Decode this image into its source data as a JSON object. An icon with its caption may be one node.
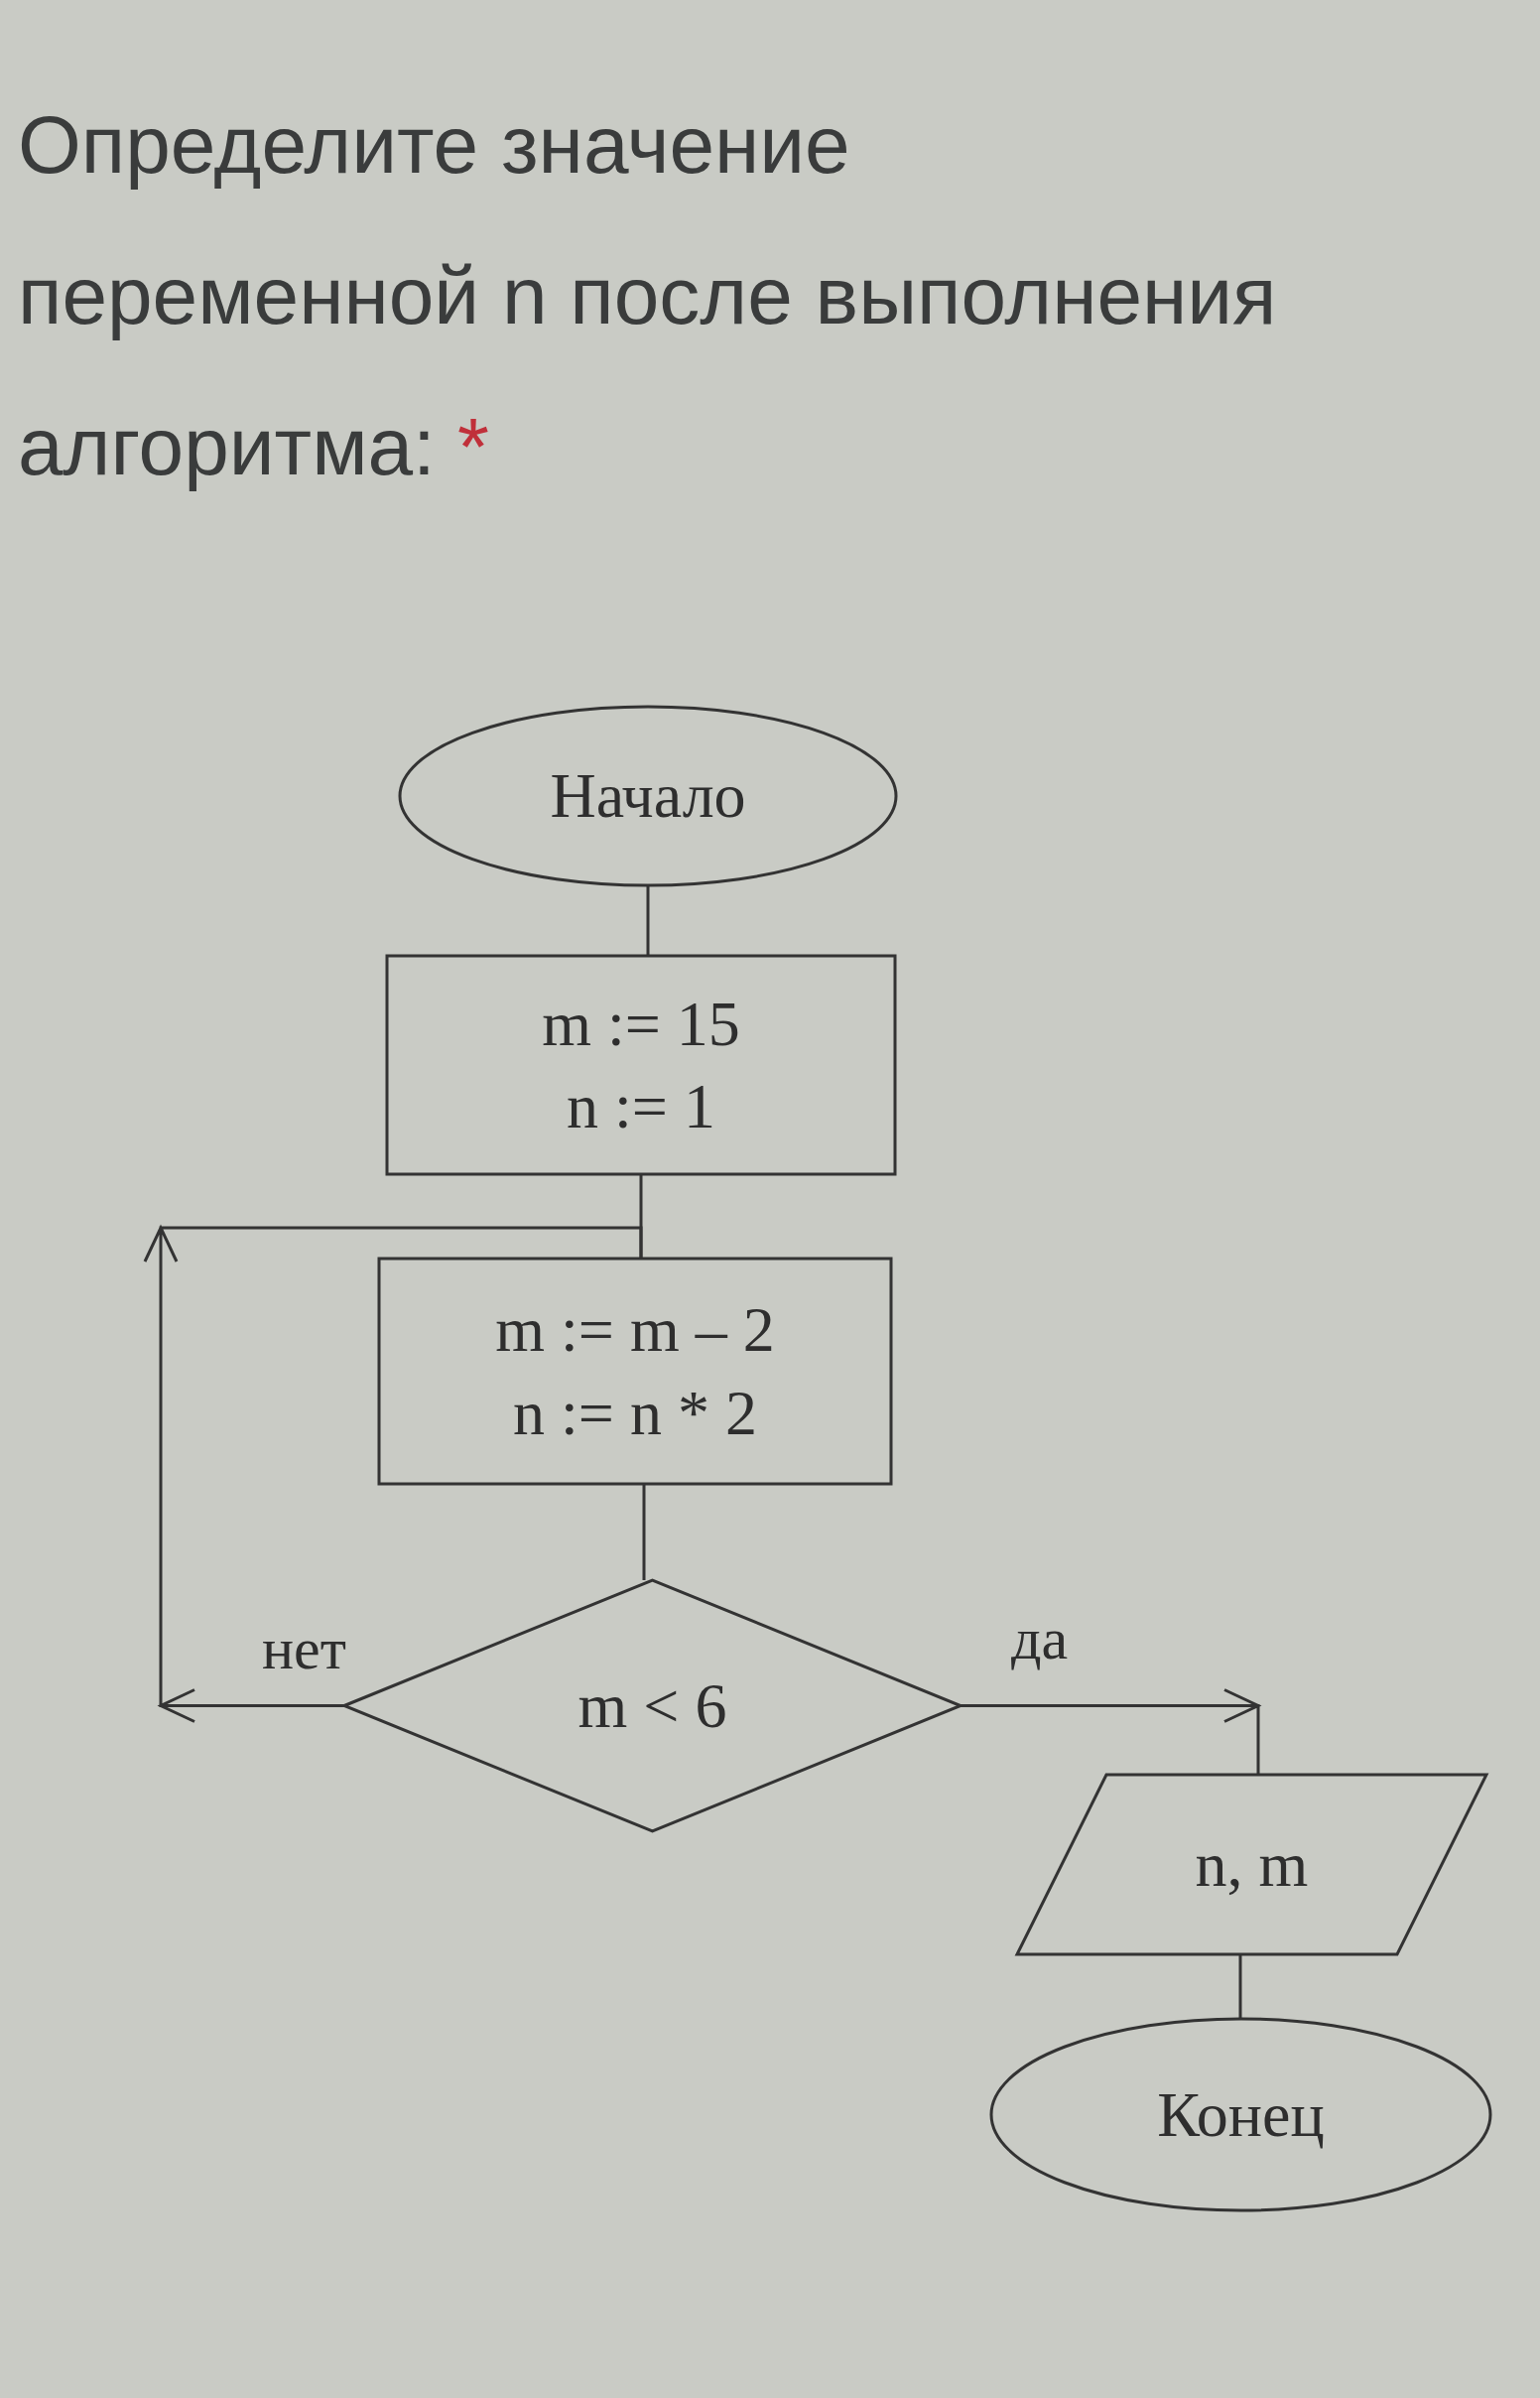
{
  "diagram": {
    "title": "Определите значение переменной n после выполнения алгоритма:",
    "nodes": [
      {
        "text": [
          "Начало"
        ]
      },
      {
        "text": [
          "m := 15",
          "n := 1"
        ]
      },
      {
        "text": [
          "m := m – 2",
          "n := n * 2"
        ]
      },
      {
        "text": [
          "m < 6"
        ]
      },
      {
        "text": [
          "n, m"
        ]
      },
      {
        "text": [
          "Конец"
        ]
      }
    ],
    "edges": [
      {
        "from": 0,
        "to": 1,
        "arrow": "none"
      },
      {
        "from": 1,
        "to": 2,
        "arrow": "none"
      },
      {
        "from": 2,
        "to": 3,
        "arrow": "none"
      },
      {
        "from": 3,
        "to": 2,
        "arrow": "to",
        "label": "нет"
      },
      {
        "from": 3,
        "to": 4,
        "arrow": "to",
        "label": "да"
      },
      {
        "from": 4,
        "to": 5,
        "arrow": "none"
      }
    ],
    "labels": [
      "*"
    ]
  }
}
